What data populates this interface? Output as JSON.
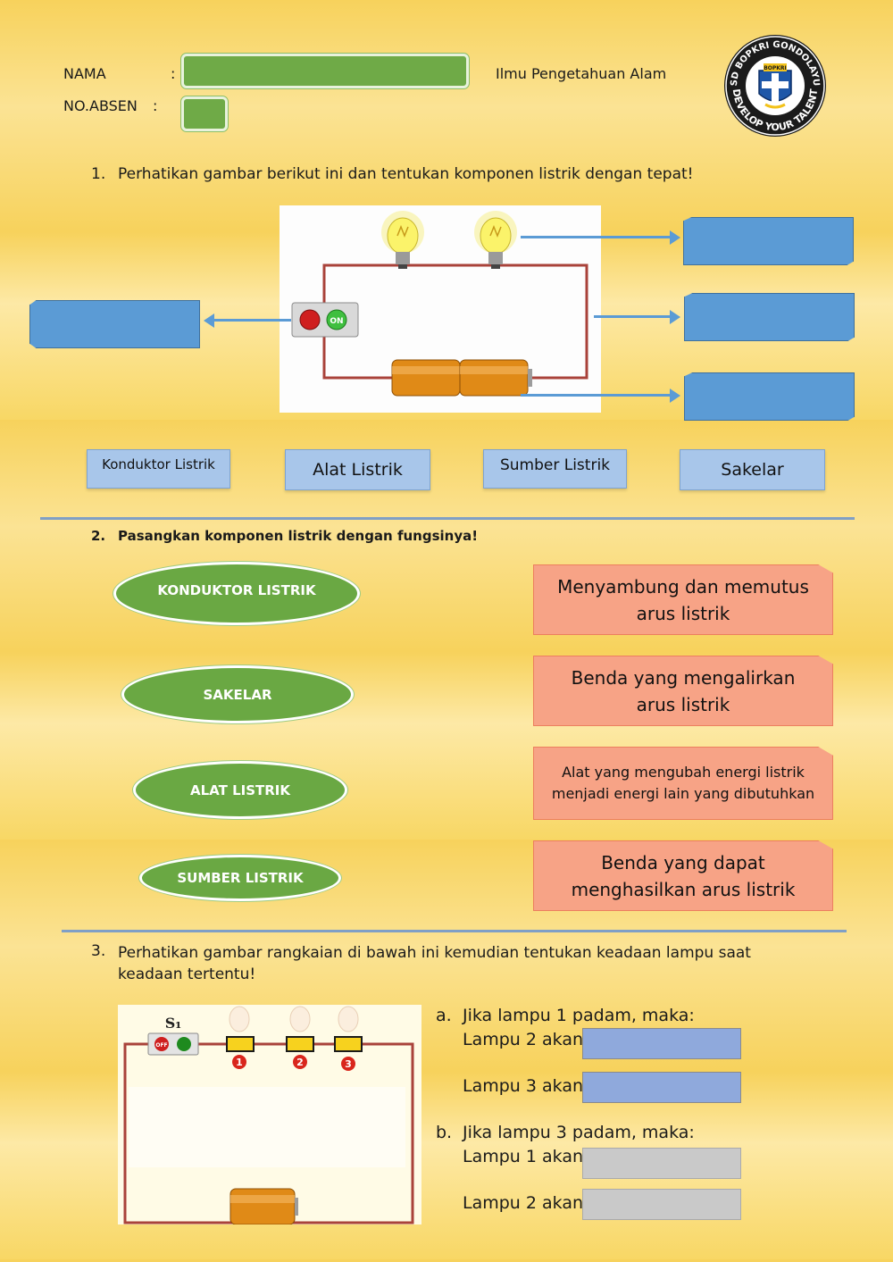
{
  "header": {
    "nama_label": "NAMA",
    "colon": ":",
    "absen_label": "NO.ABSEN",
    "subject": "Ilmu Pengetahuan Alam",
    "logo_text_top": "SD BOPKRI GONDOLAYU",
    "logo_text_bottom": "DEVELOP YOUR TALENT",
    "logo_badge": "BOPKRI"
  },
  "q1": {
    "number": "1.",
    "text": "Perhatikan gambar berikut ini dan tentukan komponen listrik dengan tepat!",
    "switch_label": "ON",
    "options": [
      "Konduktor Listrik",
      "Alat Listrik",
      "Sumber Listrik",
      "Sakelar"
    ]
  },
  "q2": {
    "number": "2.",
    "text": "Pasangkan komponen listrik dengan fungsinya!",
    "components": [
      "KONDUKTOR LISTRIK",
      "SAKELAR",
      "ALAT LISTRIK",
      "SUMBER LISTRIK"
    ],
    "functions": [
      "Menyambung dan memutus arus listrik",
      "Benda yang mengalirkan arus listrik",
      "Alat yang mengubah energi listrik menjadi energi lain yang dibutuhkan",
      "Benda yang dapat menghasilkan arus listrik"
    ]
  },
  "q3": {
    "number": "3.",
    "text": "Perhatikan gambar rangkaian di bawah ini kemudian tentukan keadaan lampu saat keadaan tertentu!",
    "switch_name": "S₁",
    "switch_off": "OFF",
    "lamp_numbers": [
      "1",
      "2",
      "3"
    ],
    "a_label": "a.",
    "a_text": "Jika lampu 1 padam, maka:",
    "a_line1": "Lampu 2 akan",
    "a_line2": "Lampu 3 akan",
    "b_label": "b.",
    "b_text": "Jika lampu 3 padam, maka:",
    "b_line1": "Lampu 1 akan",
    "b_line2": "Lampu 2 akan"
  }
}
